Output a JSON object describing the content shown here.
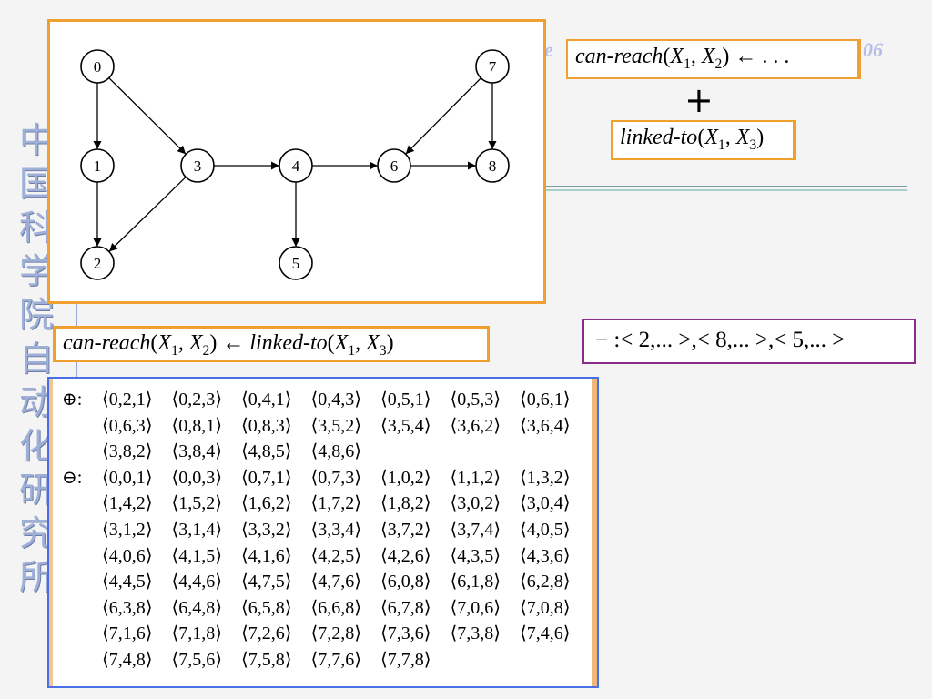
{
  "side_title": [
    "中",
    "国",
    "科",
    "学",
    "院",
    "自",
    "动",
    "化",
    "研",
    "究",
    "所"
  ],
  "header": {
    "partial_left": "e",
    "partial_right": "06"
  },
  "graph": {
    "nodes": [
      {
        "id": "0",
        "label": "0"
      },
      {
        "id": "1",
        "label": "1"
      },
      {
        "id": "2",
        "label": "2"
      },
      {
        "id": "3",
        "label": "3"
      },
      {
        "id": "4",
        "label": "4"
      },
      {
        "id": "5",
        "label": "5"
      },
      {
        "id": "6",
        "label": "6"
      },
      {
        "id": "7",
        "label": "7"
      },
      {
        "id": "8",
        "label": "8"
      }
    ],
    "edges": [
      [
        "0",
        "1"
      ],
      [
        "0",
        "3"
      ],
      [
        "1",
        "2"
      ],
      [
        "3",
        "2"
      ],
      [
        "3",
        "4"
      ],
      [
        "4",
        "5"
      ],
      [
        "4",
        "6"
      ],
      [
        "6",
        "8"
      ],
      [
        "7",
        "6"
      ],
      [
        "7",
        "8"
      ]
    ]
  },
  "rule": {
    "head": "can-reach",
    "args": [
      "X",
      "1",
      ", X",
      "2"
    ],
    "arrow": " ← . . ."
  },
  "plus_sign": "+",
  "literal": {
    "pred": "linked-to",
    "args": [
      "X",
      "1",
      ", X",
      "3"
    ]
  },
  "clause": {
    "head": "can-reach",
    "head_args": [
      "X",
      "1",
      ", X",
      "2"
    ],
    "arrow": " ← ",
    "body": "linked-to",
    "body_args": [
      "X",
      "1",
      ", X",
      "3"
    ]
  },
  "negative_summary": "− :< 2,... >,< 8,... >,< 5,... >",
  "tuples": {
    "positive_symbol": "⊕:",
    "negative_symbol": "⊖:",
    "positive": [
      "⟨0,2,1⟩",
      "⟨0,2,3⟩",
      "⟨0,4,1⟩",
      "⟨0,4,3⟩",
      "⟨0,5,1⟩",
      "⟨0,5,3⟩",
      "⟨0,6,1⟩",
      "⟨0,6,3⟩",
      "⟨0,8,1⟩",
      "⟨0,8,3⟩",
      "⟨3,5,2⟩",
      "⟨3,5,4⟩",
      "⟨3,6,2⟩",
      "⟨3,6,4⟩",
      "⟨3,8,2⟩",
      "⟨3,8,4⟩",
      "⟨4,8,5⟩",
      "⟨4,8,6⟩"
    ],
    "negative": [
      "⟨0,0,1⟩",
      "⟨0,0,3⟩",
      "⟨0,7,1⟩",
      "⟨0,7,3⟩",
      "⟨1,0,2⟩",
      "⟨1,1,2⟩",
      "⟨1,3,2⟩",
      "⟨1,4,2⟩",
      "⟨1,5,2⟩",
      "⟨1,6,2⟩",
      "⟨1,7,2⟩",
      "⟨1,8,2⟩",
      "⟨3,0,2⟩",
      "⟨3,0,4⟩",
      "⟨3,1,2⟩",
      "⟨3,1,4⟩",
      "⟨3,3,2⟩",
      "⟨3,3,4⟩",
      "⟨3,7,2⟩",
      "⟨3,7,4⟩",
      "⟨4,0,5⟩",
      "⟨4,0,6⟩",
      "⟨4,1,5⟩",
      "⟨4,1,6⟩",
      "⟨4,2,5⟩",
      "⟨4,2,6⟩",
      "⟨4,3,5⟩",
      "⟨4,3,6⟩",
      "⟨4,4,5⟩",
      "⟨4,4,6⟩",
      "⟨4,7,5⟩",
      "⟨4,7,6⟩",
      "⟨6,0,8⟩",
      "⟨6,1,8⟩",
      "⟨6,2,8⟩",
      "⟨6,3,8⟩",
      "⟨6,4,8⟩",
      "⟨6,5,8⟩",
      "⟨6,6,8⟩",
      "⟨6,7,8⟩",
      "⟨7,0,6⟩",
      "⟨7,0,8⟩",
      "⟨7,1,6⟩",
      "⟨7,1,8⟩",
      "⟨7,2,6⟩",
      "⟨7,2,8⟩",
      "⟨7,3,6⟩",
      "⟨7,3,8⟩",
      "⟨7,4,6⟩",
      "⟨7,4,8⟩",
      "⟨7,5,6⟩",
      "⟨7,5,8⟩",
      "⟨7,7,6⟩",
      "⟨7,7,8⟩"
    ]
  }
}
